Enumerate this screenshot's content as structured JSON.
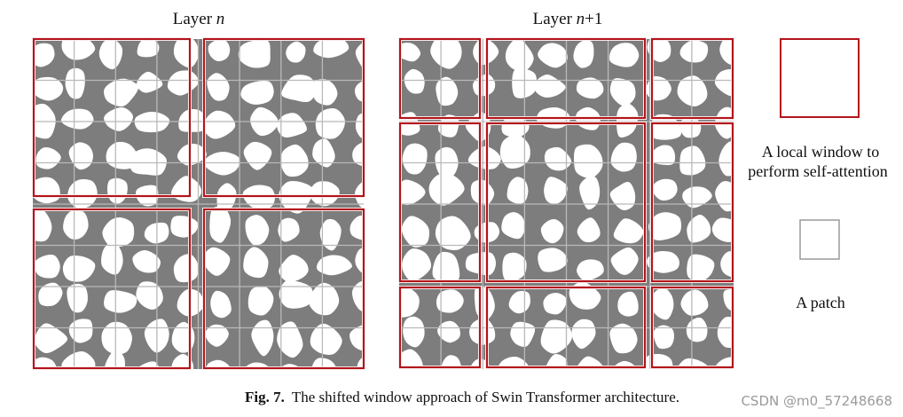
{
  "titles": {
    "left": {
      "prefix": "Layer ",
      "var": "n",
      "suffix": ""
    },
    "right": {
      "prefix": "Layer ",
      "var": "n",
      "suffix": "+1"
    }
  },
  "legend": {
    "window_line1": "A local window to",
    "window_line2": "perform self-attention",
    "patch_label": "A patch"
  },
  "caption": {
    "label": "Fig. 7.",
    "text": "The shifted window approach of Swin Transformer architecture."
  },
  "watermark": "CSDN @m0_57248668",
  "colors": {
    "window_border": "#b3141c",
    "background_fill": "#7d7d7d",
    "blob_fill": "#ffffff",
    "patch_grid": "#b9b9b9",
    "patch_legend_border": "#9a9a9a"
  }
}
